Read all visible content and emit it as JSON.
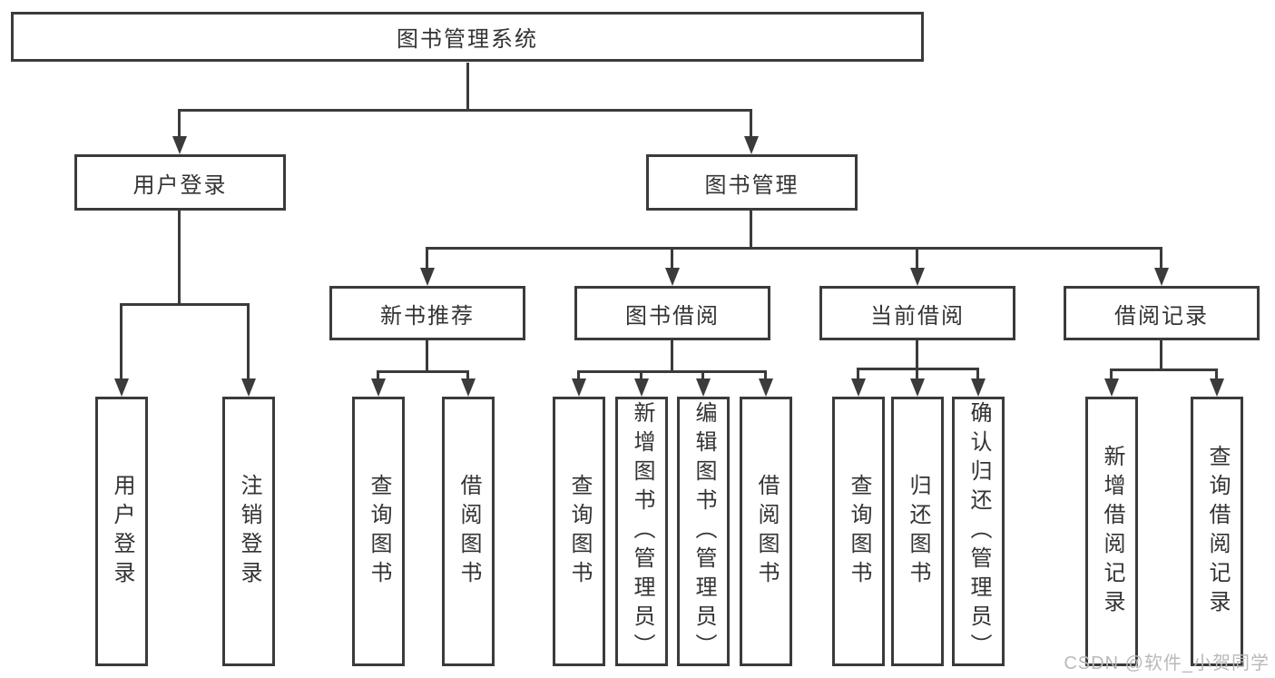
{
  "diagram": {
    "root_label": "图书管理系统",
    "level2": [
      {
        "label": "用户登录"
      },
      {
        "label": "图书管理"
      }
    ],
    "level3": [
      {
        "label": "新书推荐"
      },
      {
        "label": "图书借阅"
      },
      {
        "label": "当前借阅"
      },
      {
        "label": "借阅记录"
      }
    ],
    "leaves": {
      "group1": [
        "用户登录",
        "注销登录"
      ],
      "group2": [
        "查询图书",
        "借阅图书"
      ],
      "group3": [
        "查询图书",
        "新增图书（管理员）",
        "编辑图书（管理员）",
        "借阅图书"
      ],
      "group4": [
        "查询图书",
        "归还图书",
        "确认归还（管理员）"
      ],
      "group5": [
        "新增借阅记录",
        "查询借阅记录"
      ]
    }
  },
  "watermark": {
    "text": "CSDN @软件_小贺同学"
  },
  "colors": {
    "line": "#3b3b3b",
    "text": "#333333",
    "watermark": "#b9b9b9",
    "background": "#ffffff"
  }
}
